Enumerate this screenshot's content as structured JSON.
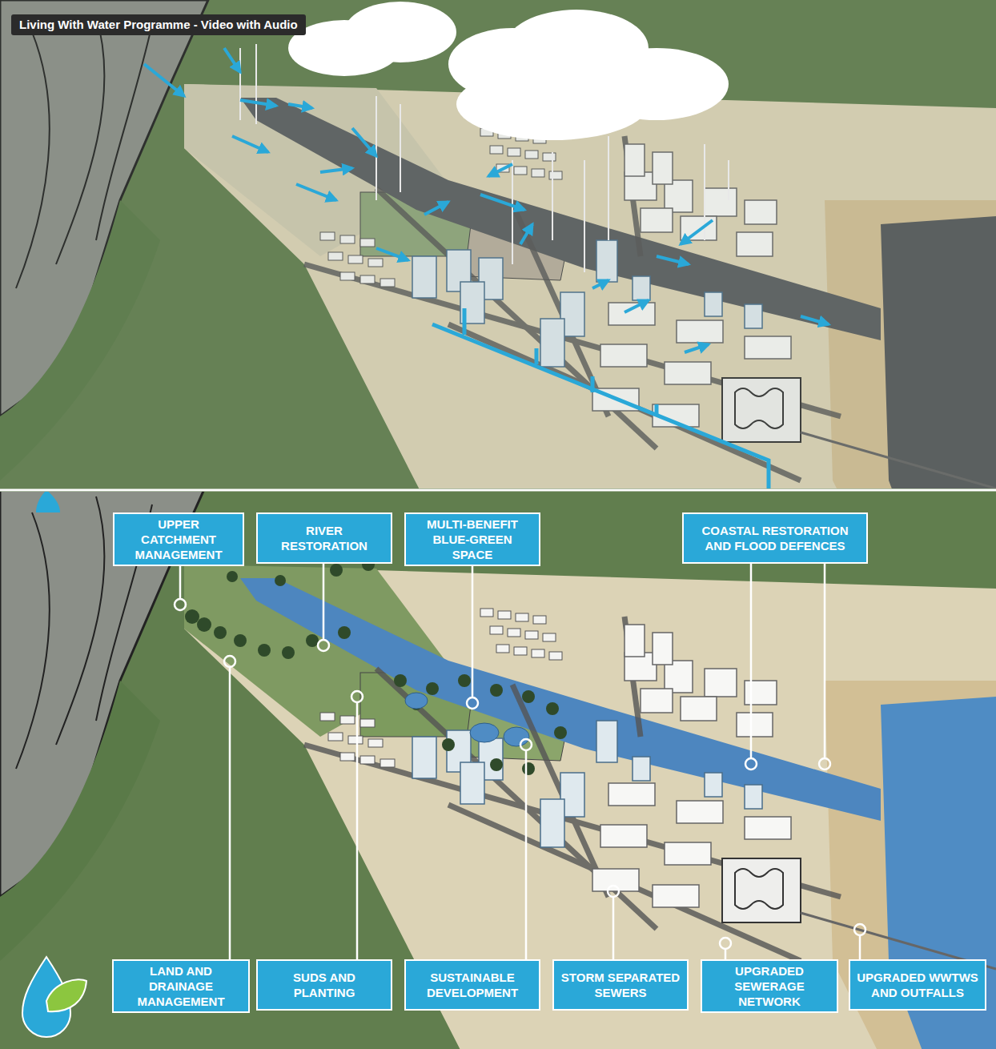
{
  "diagram": {
    "title": "Living With Water Programme - Video with Audio",
    "nodes": [
      {
        "text": [
          "UPPER CATCHMENT MANAGEMENT"
        ]
      },
      {
        "text": [
          "RIVER RESTORATION"
        ]
      },
      {
        "text": [
          "MULTI-BENEFIT BLUE-GREEN SPACE"
        ]
      },
      {
        "text": [
          "COASTAL RESTORATION AND FLOOD DEFENCES"
        ]
      },
      {
        "text": [
          "LAND AND DRAINAGE MANAGEMENT"
        ]
      },
      {
        "text": [
          "SUDS AND PLANTING"
        ]
      },
      {
        "text": [
          "SUSTAINABLE DEVELOPMENT"
        ]
      },
      {
        "text": [
          "STORM SEPARATED SEWERS"
        ]
      },
      {
        "text": [
          "UPGRADED SEWERAGE NETWORK"
        ]
      },
      {
        "text": [
          "UPGRADED WWTWS AND OUTFALLS"
        ]
      }
    ]
  }
}
